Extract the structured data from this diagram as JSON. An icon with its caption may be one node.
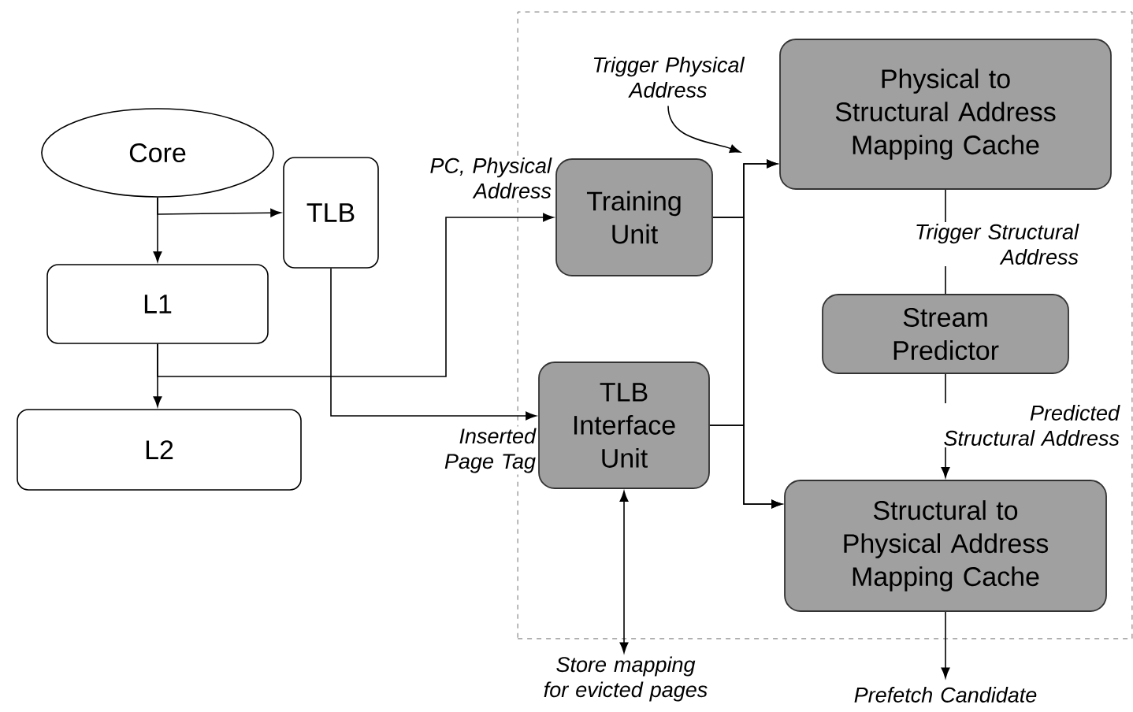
{
  "diagram": {
    "nodes": [
      {
        "text": [],
        "shape": "box"
      },
      {
        "text": [
          "Core"
        ]
      },
      {
        "text": [
          "TLB"
        ]
      },
      {
        "text": [
          "L1"
        ]
      },
      {
        "text": [
          "L2"
        ]
      },
      {
        "text": [
          "Training Unit"
        ],
        "in": 0
      },
      {
        "text": [
          "TLB Interface Unit"
        ],
        "in": 0
      },
      {
        "text": [
          "Physical to Structural Address Mapping Cache"
        ],
        "in": 0
      },
      {
        "text": [
          "Stream Predictor"
        ],
        "in": 0
      },
      {
        "text": [
          "Structural to Physical Address Mapping Cache"
        ],
        "in": 0
      },
      {
        "text": [
          "Store mapping for evicted pages"
        ]
      },
      {
        "text": [
          "Prefetch Candidate"
        ]
      },
      {
        "text": [
          "Trigger Physical Address"
        ],
        "in": 0
      }
    ],
    "edges": [
      {
        "from": 1,
        "to": 3,
        "arrow": "to"
      },
      {
        "from": 1,
        "to": 2,
        "arrow": "to"
      },
      {
        "from": 3,
        "to": 4,
        "arrow": "to"
      },
      {
        "from": 3,
        "to": 5,
        "arrow": "to",
        "label": "PC, Physical Address"
      },
      {
        "from": 2,
        "to": 6,
        "arrow": "to",
        "label": "Inserted Page Tag"
      },
      {
        "from": 5,
        "to": 7,
        "arrow": "to"
      },
      {
        "from": 5,
        "to": 9,
        "arrow": "to"
      },
      {
        "from": 6,
        "to": 7,
        "arrow": "to"
      },
      {
        "from": 6,
        "to": 9,
        "arrow": "to"
      },
      {
        "from": 7,
        "to": 8,
        "arrow": "none",
        "label": "Trigger Structural Address"
      },
      {
        "from": 8,
        "to": 9,
        "arrow": "to",
        "label": "Predicted Structural Address"
      },
      {
        "from": 6,
        "to": 10,
        "arrow": "both"
      },
      {
        "from": 9,
        "to": 11,
        "arrow": "to"
      },
      {
        "from": 12,
        "to": null,
        "arrow": "to"
      }
    ]
  }
}
